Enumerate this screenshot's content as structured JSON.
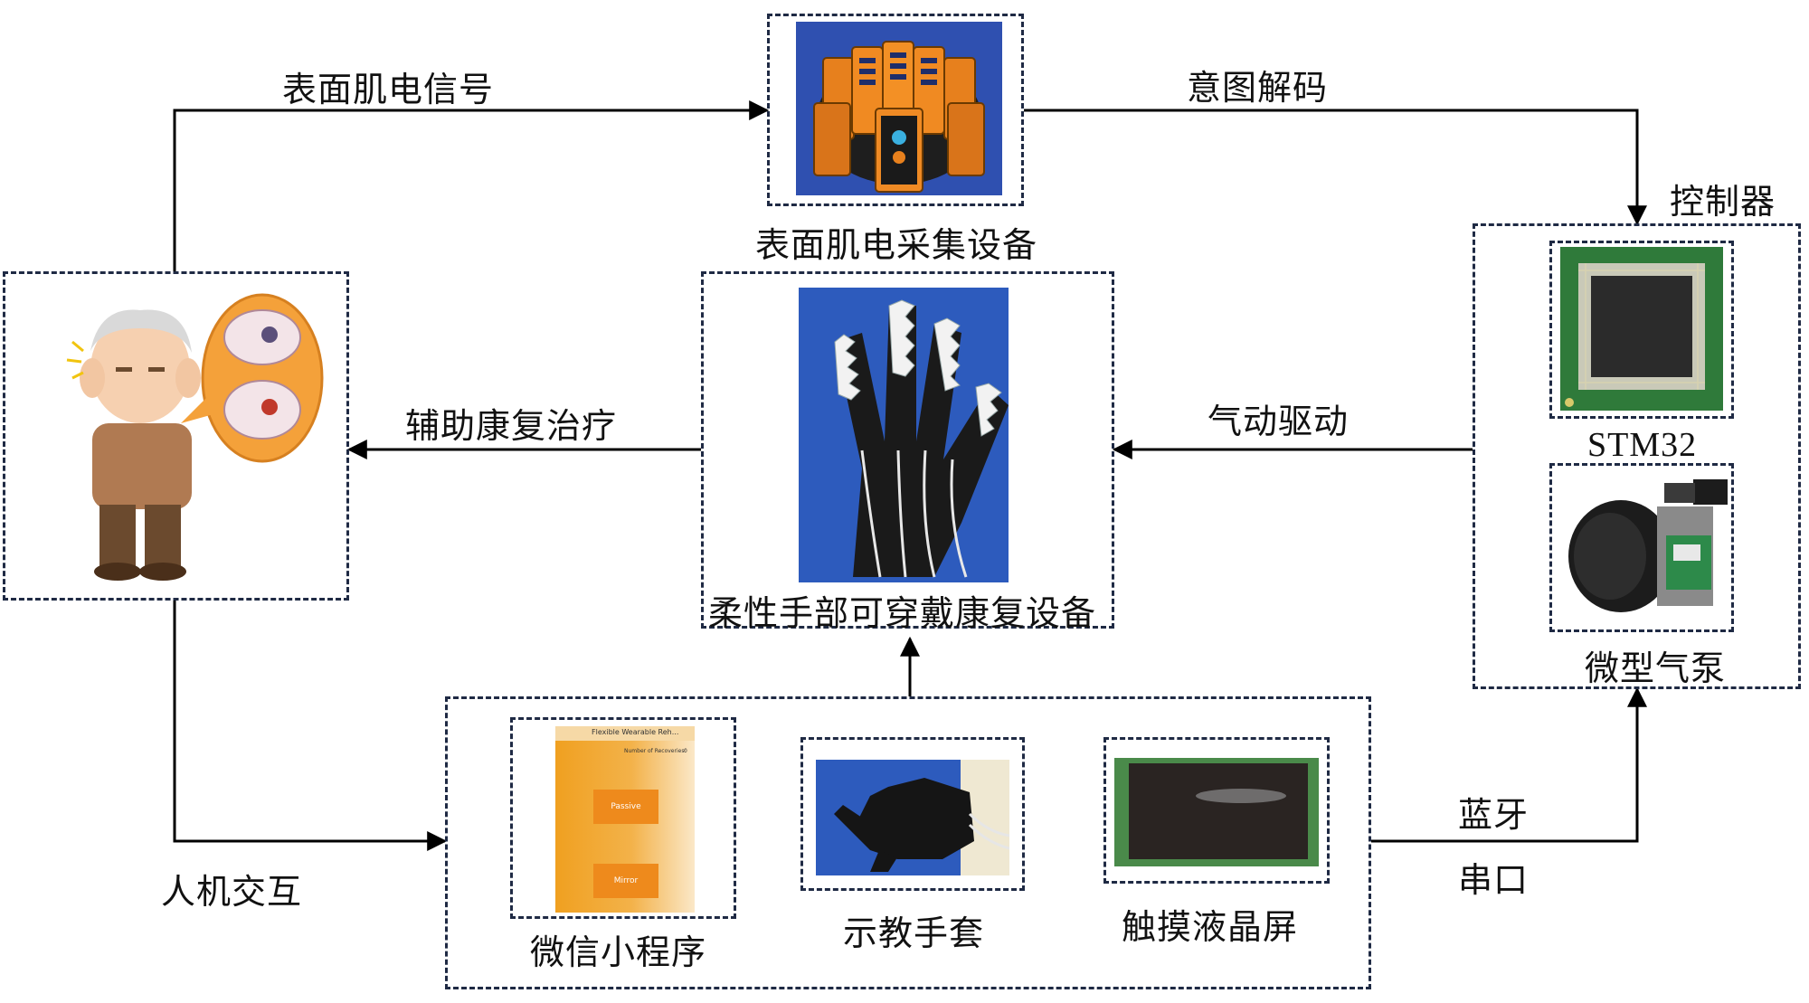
{
  "edges": {
    "emg_signal": "表面肌电信号",
    "intent_decoding": "意图解码",
    "assist_therapy": "辅助康复治疗",
    "pneumatic_drive": "气动驱动",
    "hci": "人机交互",
    "bluetooth": "蓝牙",
    "serial_port": "串口"
  },
  "nodes": {
    "emg_device": "表面肌电采集设备",
    "controller": "控制器",
    "stm32": "STM32",
    "micro_pump": "微型气泵",
    "glove_device": "柔性手部可穿戴康复设备",
    "wechat_app": "微信小程序",
    "teaching_glove": "示教手套",
    "touch_lcd": "触摸液晶屏"
  },
  "app_screen": {
    "title": "Flexible Wearable Reh...",
    "count_label": "Number of Recoveries:",
    "count_value": "0",
    "btn_passive": "Passive",
    "btn_mirror": "Mirror"
  }
}
